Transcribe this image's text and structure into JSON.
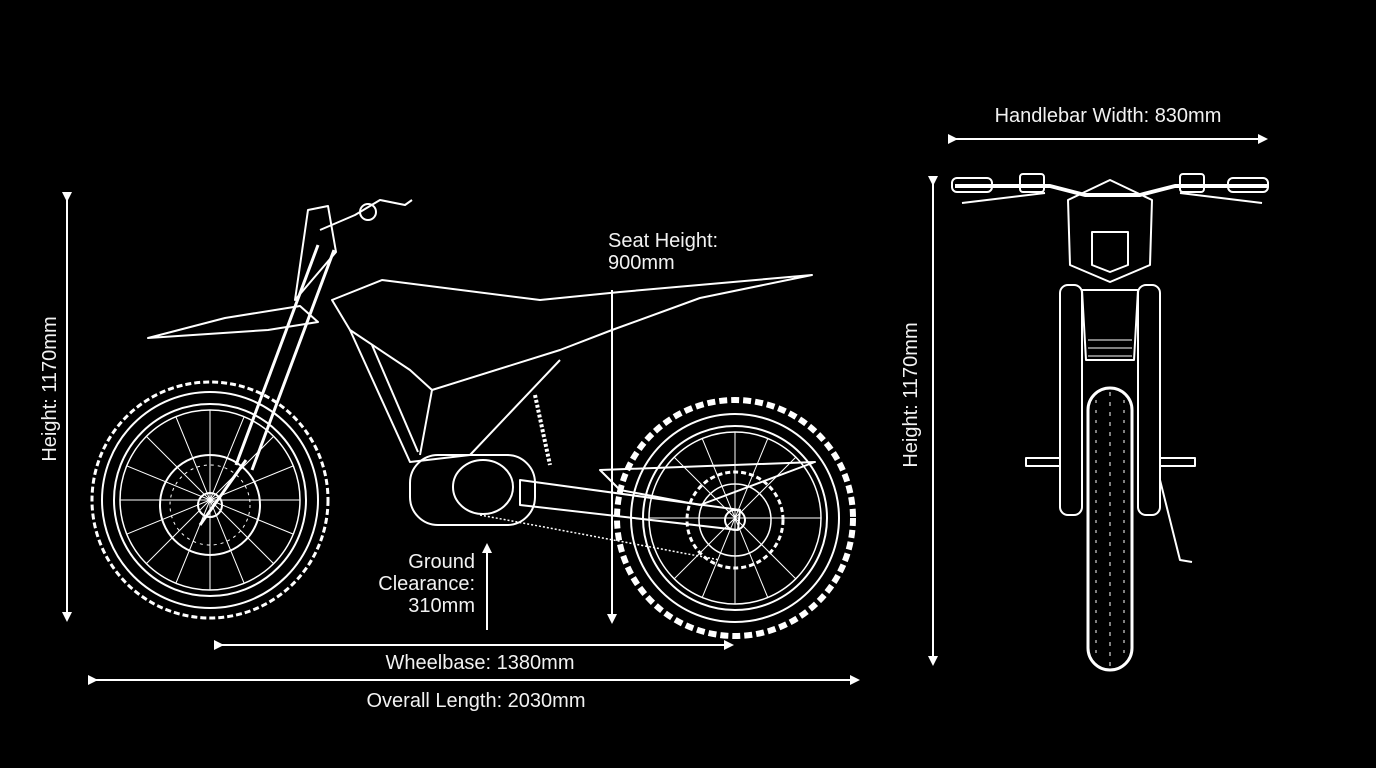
{
  "diagram": {
    "side_view": {
      "height_label": "Height: 1170mm",
      "seat_height_label": "Seat Height:\n900mm",
      "ground_clearance_label": "Ground\nClearance:\n310mm",
      "wheelbase_label": "Wheelbase: 1380mm",
      "overall_length_label": "Overall Length: 2030mm"
    },
    "front_view": {
      "handlebar_width_label": "Handlebar Width: 830mm",
      "height_label": "Height: 1170mm"
    },
    "colors": {
      "background": "#000000",
      "line": "#ffffff"
    }
  }
}
